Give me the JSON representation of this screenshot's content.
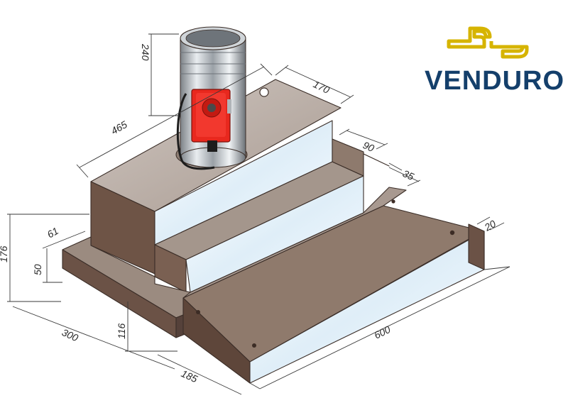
{
  "brand": {
    "name": "VENDURO",
    "colors": {
      "wordmark": "#143f6b",
      "symbol": "#d6b400"
    }
  },
  "dimensions": {
    "d240": "240",
    "d170": "170",
    "d465": "465",
    "d90": "90",
    "d35": "35",
    "d20": "20",
    "d176": "176",
    "d61": "61",
    "d50": "50",
    "d116": "116",
    "d300": "300",
    "d185": "185",
    "d600": "600"
  },
  "colors": {
    "body_top": "#bdb2ab",
    "body_front": "#6b5246",
    "body_side": "#8a7264",
    "stainless": "#e6f2fa",
    "actuator": "#e8281e",
    "duct": "#c9ced3"
  }
}
